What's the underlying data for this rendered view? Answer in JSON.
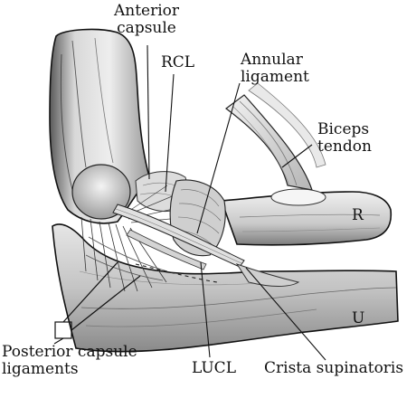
{
  "labels": {
    "anterior_capsule": [
      "Anterior",
      "capsule"
    ],
    "rcl": "RCL",
    "annular_ligament": [
      "Annular",
      "ligament"
    ],
    "biceps_tendon": [
      "Biceps",
      "tendon"
    ],
    "radius": "R",
    "ulna": "U",
    "posterior_capsule_ligaments": [
      "Posterior capsule",
      "ligaments"
    ],
    "lucl": "LUCL",
    "crista_supinatoris": "Crista supinatoris"
  },
  "colors": {
    "ink": "#111111",
    "bone_light": "#e9e9e9",
    "bone_mid": "#bdbdbd",
    "bone_dark": "#6e6e6e",
    "background": "#ffffff"
  }
}
